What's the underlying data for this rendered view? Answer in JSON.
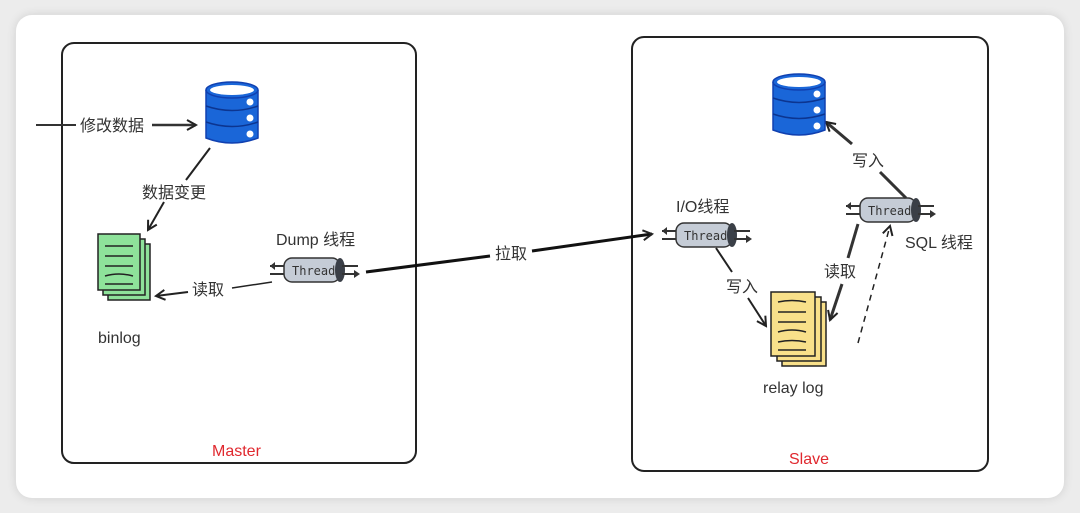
{
  "master": {
    "title": "Master",
    "edges": {
      "modify": "修改数据",
      "change": "数据变更",
      "read": "读取"
    },
    "binlog_label": "binlog",
    "dump_thread_label": "Dump 线程",
    "thread_text": "Thread"
  },
  "transfer": {
    "pull_label": "拉取"
  },
  "slave": {
    "title": "Slave",
    "io_thread_label": "I/O线程",
    "sql_thread_label": "SQL 线程",
    "thread_text": "Thread",
    "edges": {
      "io_write": "写入",
      "sql_read": "读取",
      "sql_write": "写入"
    },
    "relay_log_label": "relay log"
  },
  "colors": {
    "db_blue": "#1a66d8",
    "binlog_green": "#8ee29a",
    "relay_yellow": "#f8e08a",
    "thread_gray": "#c5ccd6",
    "title_red": "#e0282e"
  }
}
